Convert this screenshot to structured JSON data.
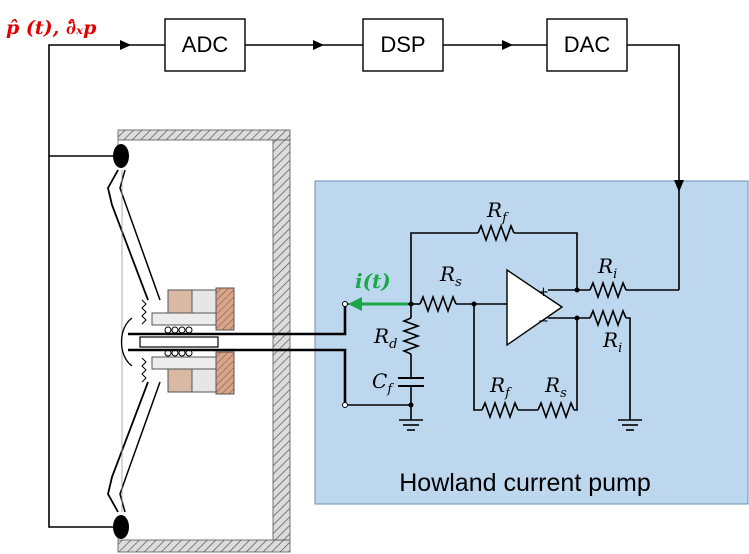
{
  "signal_label": "p̂ (t), ∂̂ₓp",
  "blocks": {
    "adc": "ADC",
    "dsp": "DSP",
    "dac": "DAC"
  },
  "current_label": "i(t)",
  "components": {
    "rf_top": {
      "main": "R",
      "sub": "f"
    },
    "rs_mid": {
      "main": "R",
      "sub": "s"
    },
    "ri_top": {
      "main": "R",
      "sub": "i"
    },
    "rd": {
      "main": "R",
      "sub": "d"
    },
    "cf": {
      "main": "C",
      "sub": "f"
    },
    "ri_bottom": {
      "main": "R",
      "sub": "i"
    },
    "rf_bottom": {
      "main": "R",
      "sub": "f"
    },
    "rs_bottom": {
      "main": "R",
      "sub": "s"
    }
  },
  "opamp": {
    "plus": "+",
    "minus": "−"
  },
  "pump_title": "Howland current pump",
  "colors": {
    "pump_bg": "#bdd7ee",
    "pump_border": "#6a8fb8",
    "signal": "#e00000",
    "current": "#1aa84a"
  }
}
